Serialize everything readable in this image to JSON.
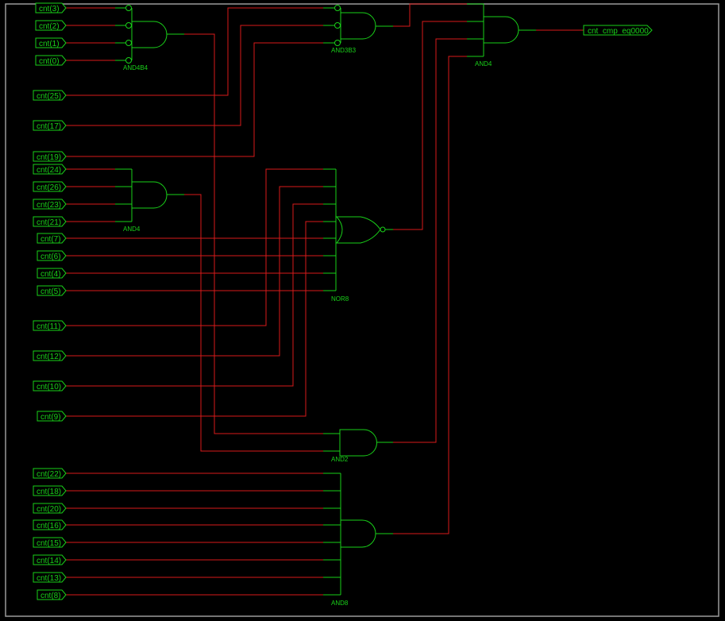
{
  "colors": {
    "background": "#000000",
    "wire": "#d81a1a",
    "component": "#19d019",
    "frame": "#9a9a9a"
  },
  "output_port": {
    "label": "cnt_cmp_eq0000"
  },
  "gates": [
    {
      "id": "and4b4",
      "type": "AND4B4",
      "label": "AND4B4",
      "inputs": [
        "cnt(3)",
        "cnt(2)",
        "cnt(1)",
        "cnt(0)"
      ],
      "inverted_inputs": 4,
      "output_to": "and2"
    },
    {
      "id": "and3b3",
      "type": "AND3B3",
      "label": "AND3B3",
      "inputs": [
        "cnt(25)",
        "cnt(17)",
        "cnt(19)"
      ],
      "inverted_inputs": 3,
      "output_to": "and4_final"
    },
    {
      "id": "and4_mid",
      "type": "AND4",
      "label": "AND4",
      "inputs": [
        "cnt(24)",
        "cnt(26)",
        "cnt(23)",
        "cnt(21)"
      ],
      "inverted_inputs": 0,
      "output_to": "and2"
    },
    {
      "id": "nor8",
      "type": "NOR8",
      "label": "NOR8",
      "inputs": [
        "cnt(11)",
        "cnt(12)",
        "cnt(10)",
        "cnt(9)",
        "cnt(7)",
        "cnt(6)",
        "cnt(4)",
        "cnt(5)"
      ],
      "inverted_inputs": 0,
      "output_to": "and4_final"
    },
    {
      "id": "and2",
      "type": "AND2",
      "label": "AND2",
      "inputs": [
        "and4b4",
        "and4_mid"
      ],
      "inverted_inputs": 0,
      "output_to": "and4_final"
    },
    {
      "id": "and8",
      "type": "AND8",
      "label": "AND8",
      "inputs": [
        "cnt(22)",
        "cnt(18)",
        "cnt(20)",
        "cnt(16)",
        "cnt(15)",
        "cnt(14)",
        "cnt(13)",
        "cnt(8)"
      ],
      "inverted_inputs": 0,
      "output_to": "and4_final"
    },
    {
      "id": "and4_final",
      "type": "AND4",
      "label": "AND4",
      "inputs": [
        "and3b3",
        "nor8",
        "and2",
        "and8"
      ],
      "inverted_inputs": 0,
      "output_to": "cnt_cmp_eq0000"
    }
  ],
  "input_ports": [
    "cnt(3)",
    "cnt(2)",
    "cnt(1)",
    "cnt(0)",
    "cnt(25)",
    "cnt(17)",
    "cnt(19)",
    "cnt(24)",
    "cnt(26)",
    "cnt(23)",
    "cnt(21)",
    "cnt(7)",
    "cnt(6)",
    "cnt(4)",
    "cnt(5)",
    "cnt(11)",
    "cnt(12)",
    "cnt(10)",
    "cnt(9)",
    "cnt(22)",
    "cnt(18)",
    "cnt(20)",
    "cnt(16)",
    "cnt(15)",
    "cnt(14)",
    "cnt(13)",
    "cnt(8)"
  ]
}
